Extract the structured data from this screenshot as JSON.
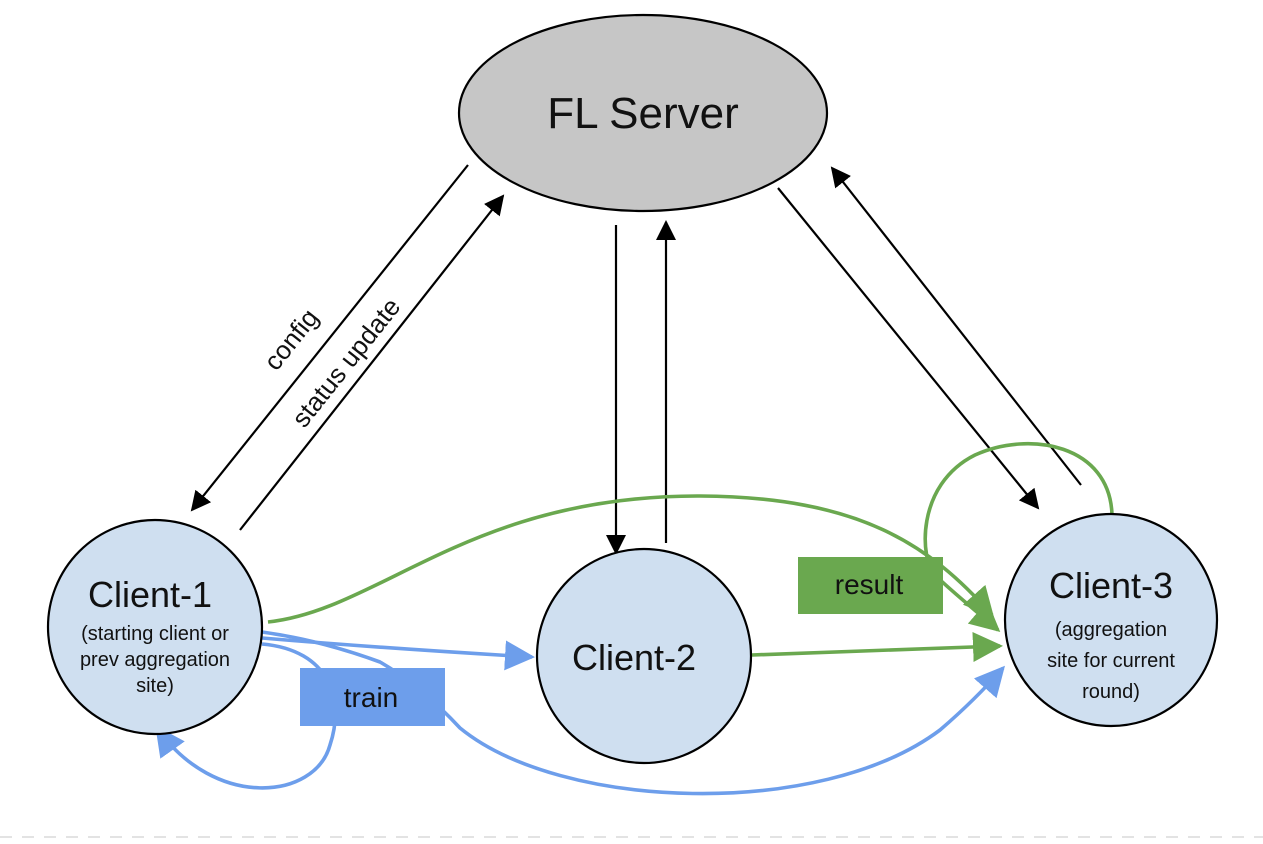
{
  "nodes": {
    "server": {
      "label": "FL Server"
    },
    "client1": {
      "label": "Client-1",
      "sub": [
        "(starting client or",
        "prev aggregation",
        "site)"
      ]
    },
    "client2": {
      "label": "Client-2"
    },
    "client3": {
      "label": "Client-3",
      "sub": [
        "(aggregation",
        "site for current",
        "round)"
      ]
    }
  },
  "edges": {
    "config": "config",
    "status_update": "status update"
  },
  "badges": {
    "result": "result",
    "train": "train"
  },
  "colors": {
    "server_fill": "#c6c6c6",
    "client_fill": "#cfdff0",
    "result_green": "#6aa84f",
    "train_blue": "#6d9eeb",
    "control_black": "#000000"
  }
}
